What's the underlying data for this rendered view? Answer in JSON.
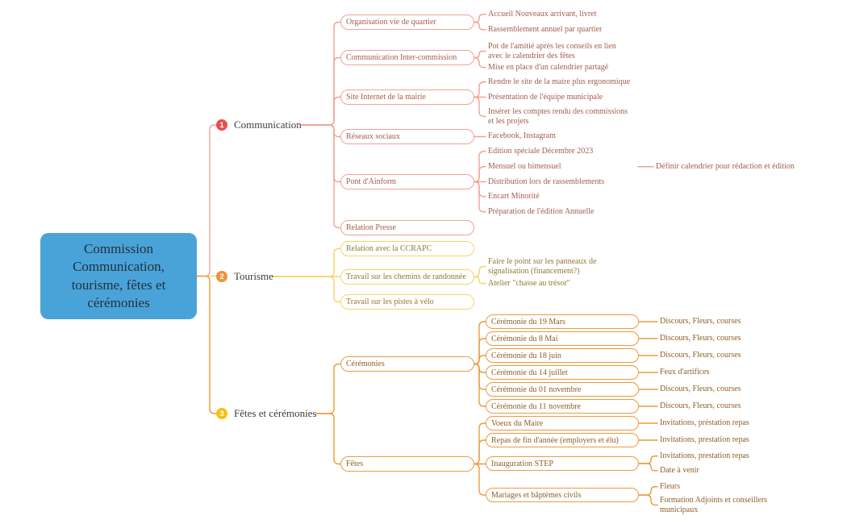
{
  "theme": {
    "background": "#ffffff",
    "root_fill": "#4aa3d8",
    "root_text_color": "#20313d",
    "branch_colors": [
      "#f2a394",
      "#f5d469",
      "#ec9b3e"
    ],
    "branch_text_colors": [
      "#a35c4c",
      "#8f7a33",
      "#8d5e26"
    ],
    "priority_badge_colors": [
      "#ea4f4d",
      "#f2913d",
      "#f3c212"
    ]
  },
  "root": {
    "label": "Commission Communication, tourisme, fêtes et cérémonies"
  },
  "branches": [
    {
      "priority": "1",
      "label": "Communication",
      "children": [
        {
          "label": "Organisation vie de quartier",
          "children": [
            {
              "label": "Accueil Nouveaux arrivant, livret"
            },
            {
              "label": "Rassemblement annuel par quartier"
            }
          ]
        },
        {
          "label": "Communication Inter-commission",
          "children": [
            {
              "label": "Pot de l'amitié après les conseils en lien\navec le calendrier des fêtes"
            },
            {
              "label": "Mise en place d'un calendrier partagé"
            }
          ]
        },
        {
          "label": "Site Internet de la mairie",
          "children": [
            {
              "label": "Rendre le site de la maire plus ergonomique"
            },
            {
              "label": "Présentation de l'équipe municipale"
            },
            {
              "label": "Insérer les comptes rendu des commissions\net les projets"
            }
          ]
        },
        {
          "label": "Réseaux sociaux",
          "children": [
            {
              "label": "Facebook, Instagram"
            }
          ]
        },
        {
          "label": "Pont d'Ainform",
          "children": [
            {
              "label": "Edition spéciale Décembre 2023"
            },
            {
              "label": "Mensuel ou bimensuel",
              "children": [
                {
                  "label": "Définir calendrier pour rédaction et édition"
                }
              ]
            },
            {
              "label": "Distribution lors de rassemblements"
            },
            {
              "label": "Encart Minorité"
            },
            {
              "label": "Préparation de l'édition Annuelle"
            }
          ]
        },
        {
          "label": "Relation Presse",
          "children": []
        }
      ]
    },
    {
      "priority": "2",
      "label": "Tourisme",
      "children": [
        {
          "label": "Relation avec la CCRAPC",
          "children": []
        },
        {
          "label": "Travail sur les chemins de randonnée",
          "children": [
            {
              "label": "Faire le point sur les panneaux de\nsignalisation (financement?)"
            },
            {
              "label": "Atelier \"chasse au trésor\""
            }
          ]
        },
        {
          "label": "Travail sur les pistes à vélo",
          "children": []
        }
      ]
    },
    {
      "priority": "3",
      "label": "Fêtes et cérémonies",
      "children": [
        {
          "label": "Cérémonies",
          "children": [
            {
              "label": "Cérémonie du 19 Mars",
              "children": [
                {
                  "label": "Discours, Fleurs, courses"
                }
              ]
            },
            {
              "label": "Cérémonie du 8 Mai",
              "children": [
                {
                  "label": "Discours, Fleurs, courses"
                }
              ]
            },
            {
              "label": "Cérémonie du 18 juin",
              "children": [
                {
                  "label": "Discours, Fleurs, courses"
                }
              ]
            },
            {
              "label": "Cérémonie du 14 juillet",
              "children": [
                {
                  "label": "Feux d'artifices"
                }
              ]
            },
            {
              "label": "Cérémonie du 01 novembre",
              "children": [
                {
                  "label": "Discours, Fleurs, courses"
                }
              ]
            },
            {
              "label": "Cérémonie du 11 novembre",
              "children": [
                {
                  "label": "Discours, Fleurs, courses"
                }
              ]
            }
          ]
        },
        {
          "label": "Fêtes",
          "children": [
            {
              "label": "Voeux du Maire",
              "children": [
                {
                  "label": "Invitations, préstation repas"
                }
              ]
            },
            {
              "label": "Repas de fin d'année (employers et élu)",
              "children": [
                {
                  "label": "Invitations, prestation repas"
                }
              ]
            },
            {
              "label": "Inauguration STEP",
              "children": [
                {
                  "label": "Invitations, prestation repas"
                },
                {
                  "label": "Date à venir"
                }
              ]
            },
            {
              "label": "Mariages et bâptèmes civils",
              "children": [
                {
                  "label": "Fleurs"
                },
                {
                  "label": "Formation Adjoints et conseillers\nmunicipaux"
                }
              ]
            }
          ]
        }
      ]
    }
  ]
}
